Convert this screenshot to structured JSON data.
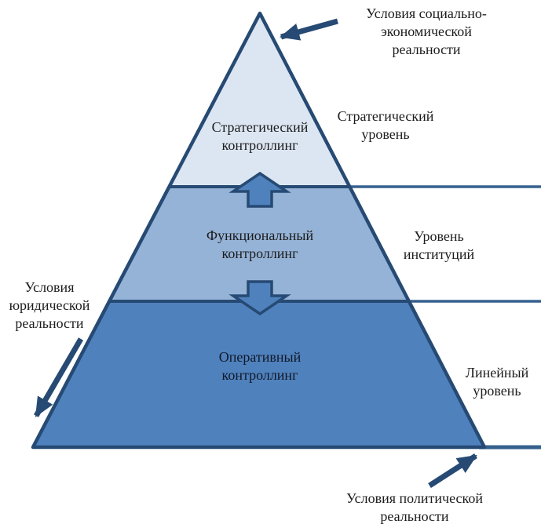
{
  "colors": {
    "band_top": "#dce6f2",
    "band_middle": "#95b3d7",
    "band_bottom": "#4f81bd",
    "outline": "#264a73",
    "connector_line": "#35618f",
    "text": "#1c1c1c",
    "background": "#ffffff"
  },
  "pyramid": {
    "levels": [
      {
        "name": "strategic",
        "label_lines": [
          "Стратегический",
          "контроллинг"
        ],
        "level_label_lines": [
          "Стратегический",
          "уровень"
        ]
      },
      {
        "name": "functional",
        "label_lines": [
          "Функциональный",
          "контроллинг"
        ],
        "level_label_lines": [
          "Уровень",
          "институций"
        ]
      },
      {
        "name": "operational",
        "label_lines": [
          "Оперативный",
          "контроллинг"
        ],
        "level_label_lines": [
          "Линейный",
          "уровень"
        ]
      }
    ]
  },
  "annotations": {
    "socio": {
      "lines": [
        "Условия социально-",
        "экономической",
        "реальности"
      ]
    },
    "legal": {
      "lines": [
        "Условия",
        "юридической",
        "реальности"
      ]
    },
    "political": {
      "lines": [
        "Условия политической",
        "реальности"
      ]
    }
  },
  "icons": {
    "up_block_arrow": "block-arrow-up",
    "down_block_arrow": "block-arrow-down",
    "annotation_arrow": "tapered-arrow"
  }
}
